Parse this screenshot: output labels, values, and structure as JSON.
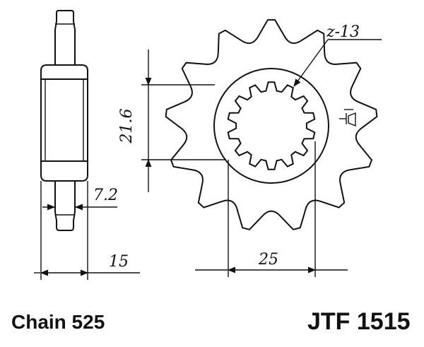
{
  "side_view": {
    "dimension_width": "7.2",
    "dimension_hub": "15"
  },
  "front_view": {
    "teeth_label": "z-13",
    "dimension_height": "21.6",
    "dimension_bore": "25",
    "tooth_count": 13,
    "spline_count": 14
  },
  "chain_label": "Chain 525",
  "part_number": "JTF 1515",
  "colors": {
    "ink": "#111111",
    "background": "#ffffff"
  }
}
